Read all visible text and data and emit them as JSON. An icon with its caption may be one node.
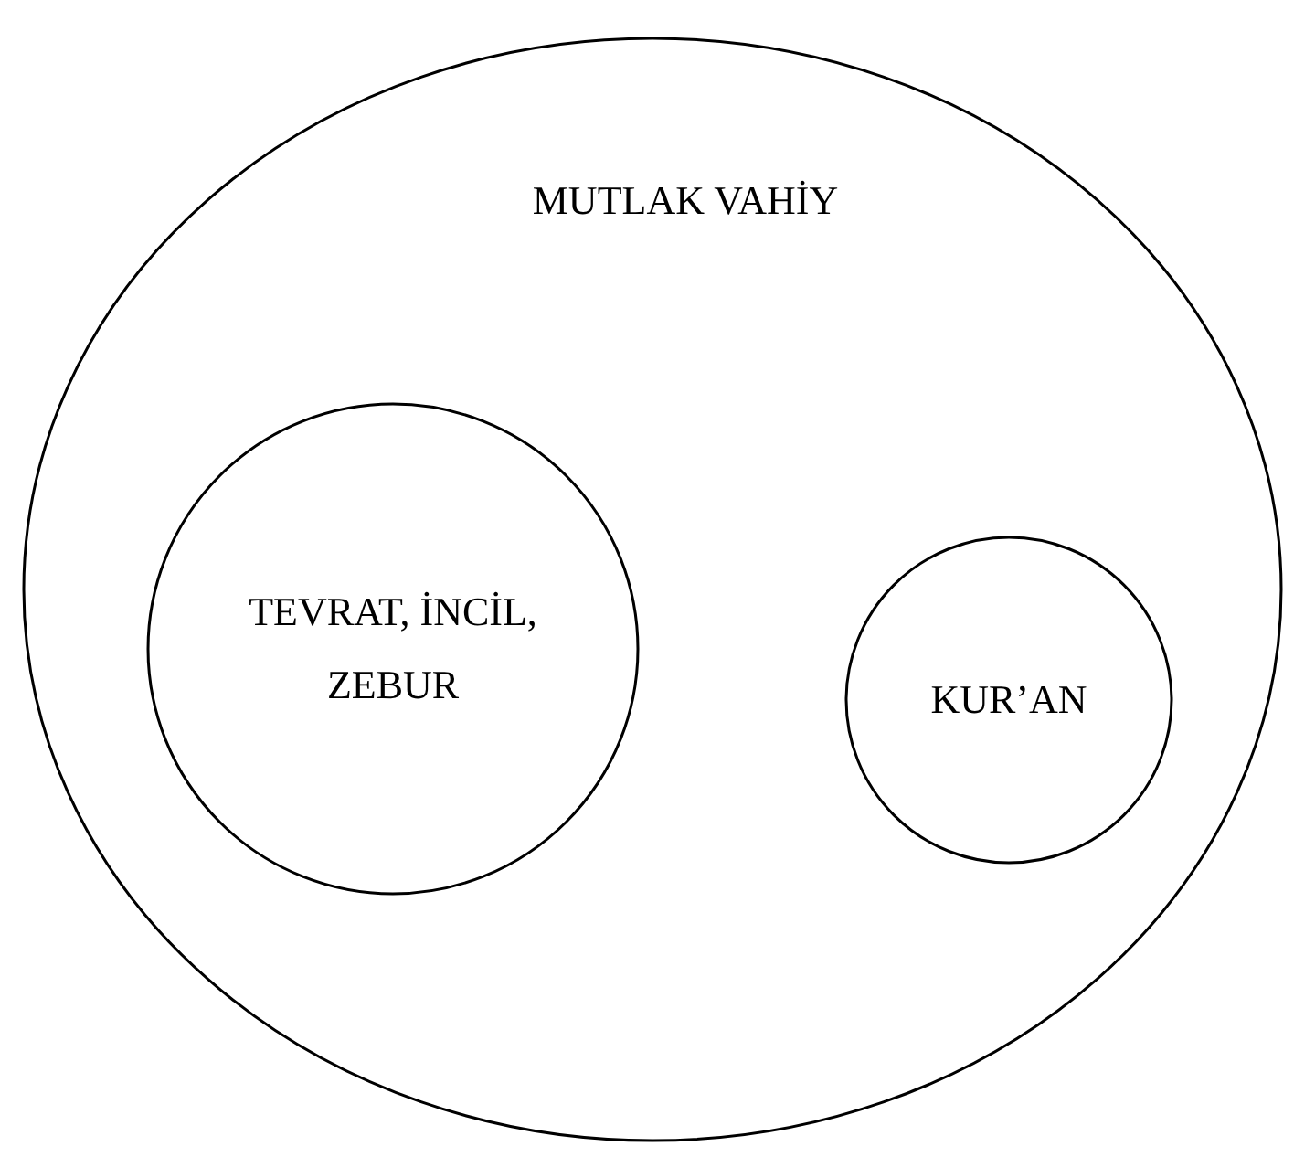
{
  "diagram": {
    "nodes": [
      {
        "text": [
          "MUTLAK VAHİY"
        ]
      },
      {
        "text": [
          "TEVRAT, İNCİL, ZEBUR"
        ],
        "in": 0
      },
      {
        "text": [
          "KUR’AN"
        ],
        "in": 0
      }
    ]
  }
}
